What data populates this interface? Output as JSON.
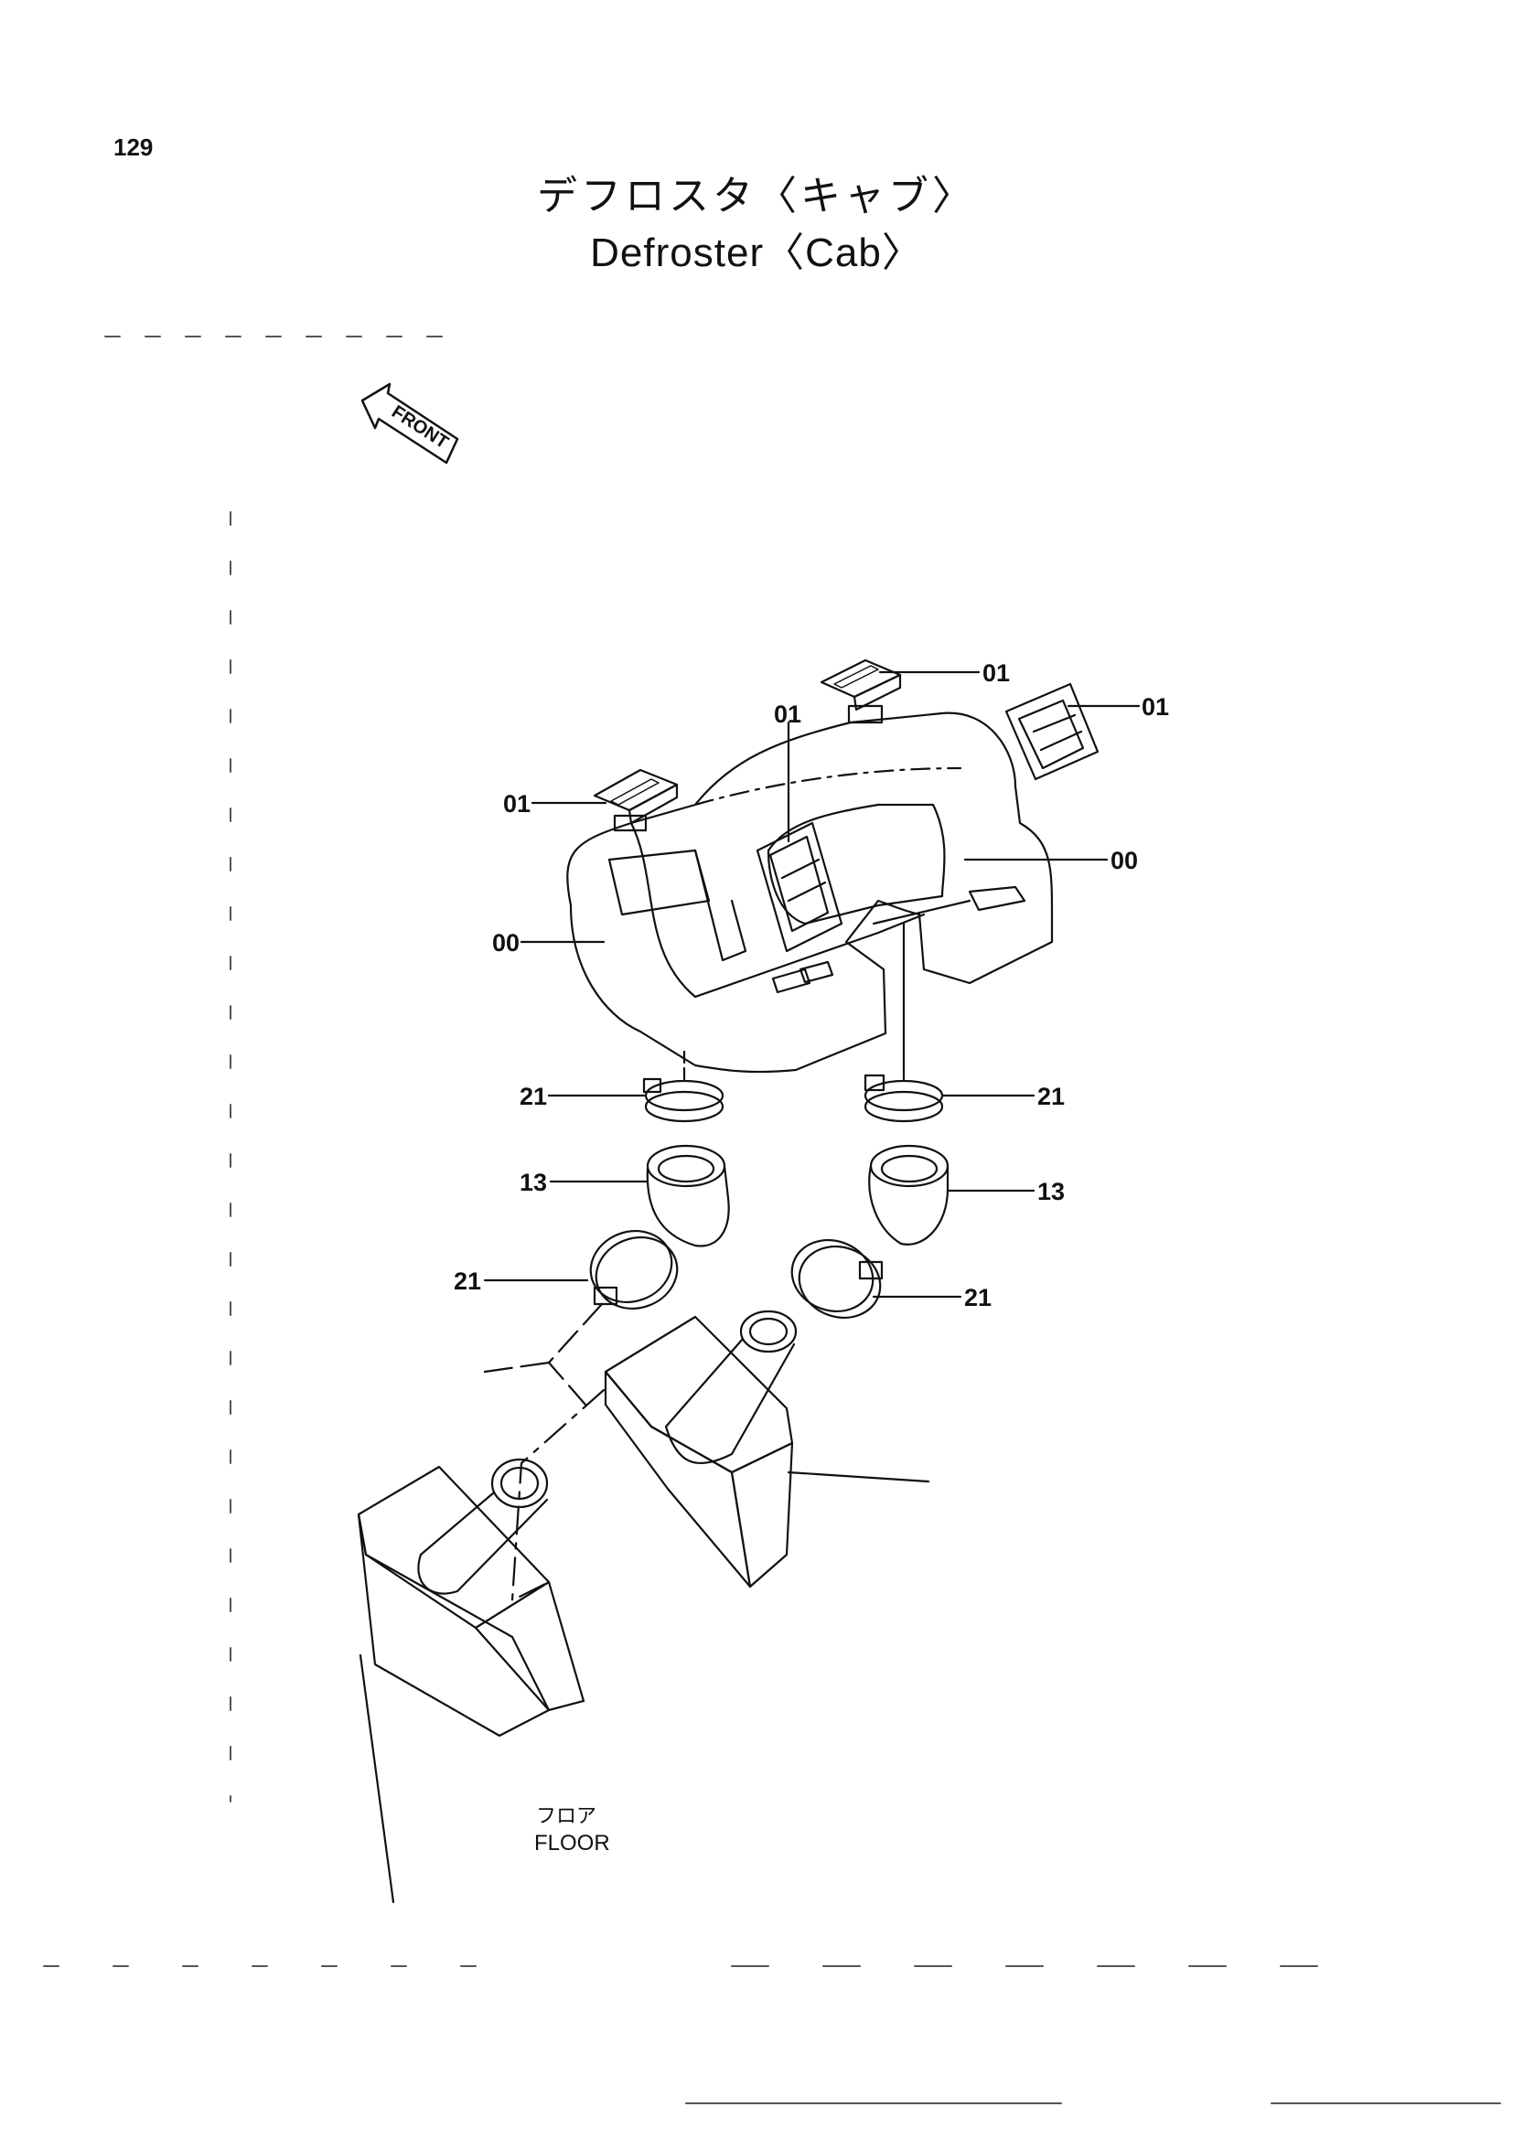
{
  "page": {
    "number": "129"
  },
  "title": {
    "japanese": "デフロスタ〈キャブ〉",
    "english": "Defroster〈Cab〉"
  },
  "direction_indicator": {
    "label": "FRONT",
    "icon": "arrow-icon"
  },
  "callouts": [
    {
      "id": "c1",
      "label": "01"
    },
    {
      "id": "c2",
      "label": "01"
    },
    {
      "id": "c3",
      "label": "01"
    },
    {
      "id": "c4",
      "label": "01"
    },
    {
      "id": "c5",
      "label": "00"
    },
    {
      "id": "c6",
      "label": "00"
    },
    {
      "id": "c7",
      "label": "21"
    },
    {
      "id": "c8",
      "label": "21"
    },
    {
      "id": "c9",
      "label": "13"
    },
    {
      "id": "c10",
      "label": "13"
    },
    {
      "id": "c11",
      "label": "21"
    },
    {
      "id": "c12",
      "label": "21"
    }
  ],
  "floor": {
    "japanese": "フロア",
    "english": "FLOOR"
  }
}
